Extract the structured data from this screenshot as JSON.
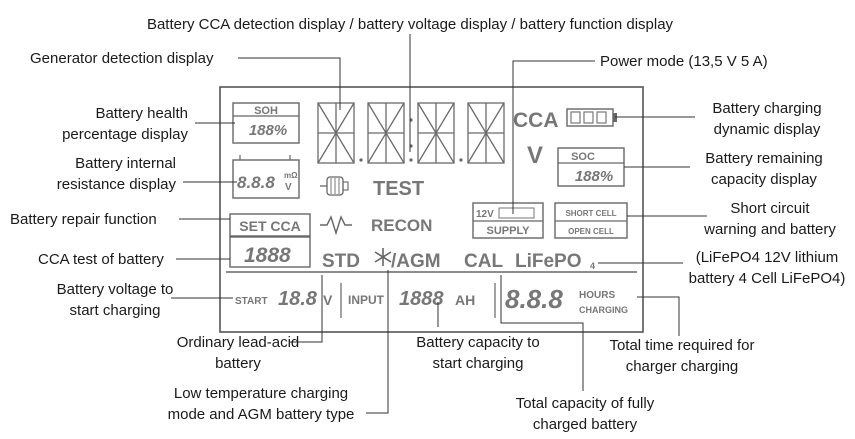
{
  "labels": {
    "cca_voltage_function": "Battery CCA detection display / battery voltage display / battery function display",
    "generator_detection": "Generator detection display",
    "power_mode": "Power mode (13,5 V 5 A)",
    "battery_health_1": "Battery health",
    "battery_health_2": "percentage display",
    "internal_resistance_1": "Battery internal",
    "internal_resistance_2": "resistance display",
    "repair_function": "Battery repair function",
    "cca_test": "CCA test of battery",
    "start_voltage_1": "Battery voltage to",
    "start_voltage_2": "start charging",
    "lead_acid_1": "Ordinary lead-acid",
    "lead_acid_2": "battery",
    "low_temp_1": "Low temperature charging",
    "low_temp_2": "mode and AGM battery type",
    "capacity_start_1": "Battery capacity to",
    "capacity_start_2": "start charging",
    "total_capacity_1": "Total capacity of fully",
    "total_capacity_2": "charged battery",
    "total_time_1": "Total time required for",
    "total_time_2": "charger charging",
    "charging_dynamic_1": "Battery charging",
    "charging_dynamic_2": "dynamic display",
    "remaining_capacity_1": "Battery remaining",
    "remaining_capacity_2": "capacity display",
    "short_circuit_1": "Short circuit",
    "short_circuit_2": "warning and battery",
    "lifepo4_1": "(LiFePO4 12V lithium",
    "lifepo4_2": "battery 4 Cell LiFePO4)"
  },
  "lcd": {
    "soh": "SOH",
    "soh_value": "188%",
    "mohm_value": "8.8.8",
    "mohm_unit": "mΩ",
    "v_small": "V",
    "test": "TEST",
    "set_cca": "SET CCA",
    "recon": "RECON",
    "cca_value": "1888",
    "cca_unit": "CCA",
    "v_big": "V",
    "soc": "SOC",
    "soc_value": "188%",
    "supply_12v": "12V",
    "supply": "SUPPLY",
    "short_cell": "SHORT CELL",
    "open_cell": "OPEN CELL",
    "std": "STD",
    "agm": "/AGM",
    "cal": "CAL",
    "lifepo": "LiFePO",
    "lifepo_sub": "4",
    "start": "START",
    "start_value": "18.8",
    "start_unit": "V",
    "input": "INPUT",
    "input_value": "1888",
    "input_unit": "AH",
    "hours_value": "8.8.8",
    "hours": "HOURS",
    "charging": "CHARGING"
  },
  "icons": {
    "generator": "generator-icon",
    "pulse": "pulse-wave-icon",
    "snowflake": "snowflake-icon",
    "battery": "battery-bars-icon"
  }
}
